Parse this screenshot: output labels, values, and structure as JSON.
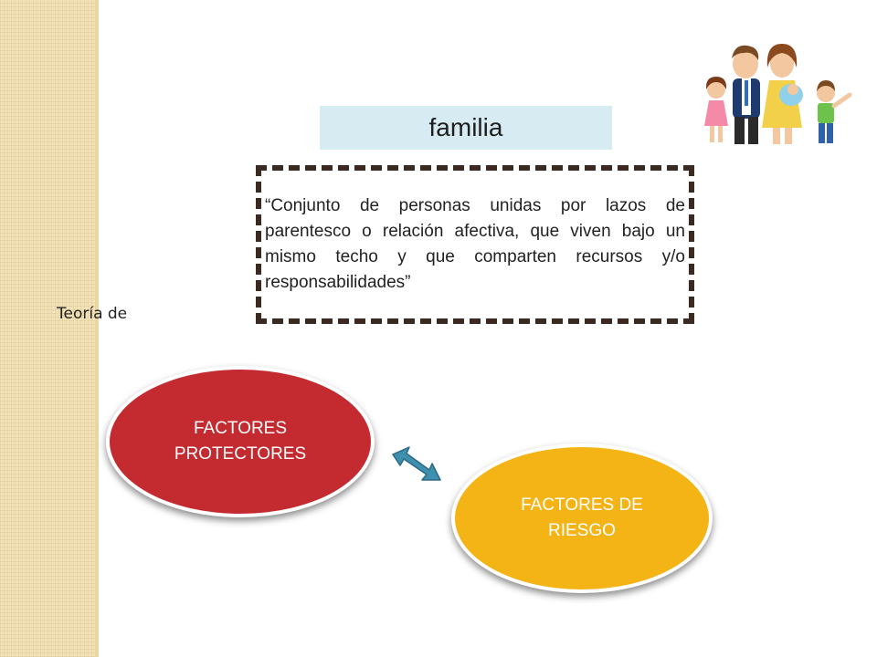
{
  "slide": {
    "title": "familia",
    "definition": "“Conjunto de personas unidas por lazos de parentesco o relación afectiva, que viven bajo un mismo techo y que comparten recursos y/o responsabilidades”",
    "left_label": "Teoría de"
  },
  "nodes": {
    "protective": {
      "label": "FACTORES\nPROTECTORES",
      "color": "#c32b31"
    },
    "risk": {
      "label": "FACTORES DE\nRIESGO",
      "color": "#f4b416"
    }
  },
  "connector": {
    "type": "double-arrow",
    "color": "#3f8fae"
  },
  "decor": {
    "side_strip_color": "#f4e3b8",
    "title_box_color": "#d7ebf3",
    "frame_color": "#3a2a22",
    "clipart": "family-clipart"
  }
}
